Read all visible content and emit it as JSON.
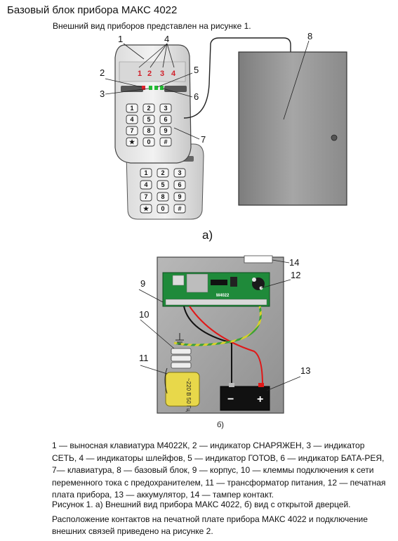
{
  "page": {
    "title": "Базовый блок прибора МАКС 4022",
    "intro": "Внешний вид приборов представлен на рисунке 1.",
    "legend": "1 — выносная клавиатура М4022К, 2 — индикатор СНАРЯЖЕН, 3 — индикатор СЕТЬ, 4 — индикаторы шлейфов, 5 — индикатор ГОТОВ, 6 — индикатор БАТА-РЕЯ, 7— клавиатура, 8 — базовый блок, 9 — корпус, 10 — клеммы подключения к сети переменного тока с предохранителем, 11 — трансформатор питания, 12 — печатная плата прибора, 13 — аккумулятор, 14 — тампер контакт.",
    "caption": "Рисунок 1. а) Внешний вид прибора МАКС 4022, б) вид с открытой дверцей.",
    "note": "Расположение контактов на печатной плате прибора МАКС 4022 и подключение внешних связей приведено на рисунке 2."
  },
  "figure_a": {
    "sublabel": "а)",
    "callouts": [
      "1",
      "2",
      "3",
      "4",
      "5",
      "6",
      "7",
      "8"
    ],
    "led_numbers": [
      "1",
      "2",
      "3",
      "4"
    ],
    "keys": [
      "1",
      "2",
      "3",
      "4",
      "5",
      "6",
      "7",
      "8",
      "9",
      "★",
      "0",
      "#"
    ]
  },
  "figure_b": {
    "sublabel": "б)",
    "callouts": [
      "9",
      "10",
      "11",
      "12",
      "13",
      "14"
    ],
    "board_label": "M4022",
    "transformer_label": "~220 В 50 Гц",
    "battery_minus": "−",
    "battery_plus": "+"
  },
  "colors": {
    "board_green": "#1f8a3a",
    "led_red": "#e0202a",
    "led_green": "#22bb33",
    "housing_gray": "#9c9c9c",
    "wire_red": "#e01818",
    "wire_black": "#111111",
    "wire_ground": "#d8cf2a",
    "transformer_yellow": "#e8d84a"
  }
}
